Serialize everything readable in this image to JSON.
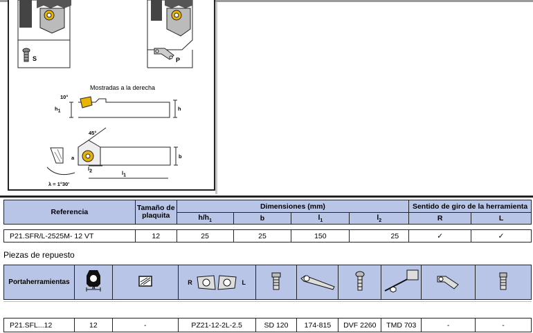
{
  "figure": {
    "label_s": "S",
    "label_p": "P",
    "caption": "Mostradas a la derecha",
    "dim_10": "10°",
    "dim_h1": "h",
    "dim_h1_sub": "1",
    "dim_h": "h",
    "dim_45": "45°",
    "dim_a": "a",
    "dim_b": "b",
    "dim_l2": "l",
    "dim_l2_sub": "2",
    "dim_l1": "l",
    "dim_l1_sub": "1",
    "lambda": "λ = 1°30'"
  },
  "table1": {
    "h_referencia": "Referencia",
    "h_tamano": "Tamaño de plaquita",
    "h_dimensiones": "Dimensiones (mm)",
    "h_sentido": "Sentido de giro de la herramienta",
    "h_hh1": "h/h",
    "h_hh1_sub": "1",
    "h_b": "b",
    "h_l1": "l",
    "h_l1_sub": "1",
    "h_l2": "l",
    "h_l2_sub": "2",
    "h_r": "R",
    "h_l": "L",
    "row": {
      "ref": "P21.SFR/L-2525M- 12 VT",
      "tamano": "12",
      "hh1": "25",
      "b": "25",
      "l1": "150",
      "l2": "25",
      "r": "✓",
      "l": "✓"
    }
  },
  "spares": {
    "title": "Piezas de repuesto",
    "h_portaherramientas": "Portaherramientas",
    "h_a": "a",
    "h_r": "R",
    "h_l": "L",
    "row": {
      "ref": "P21.SFL...12",
      "a": "12",
      "shim": "-",
      "clamp": "PZ21-12-2L-2.5",
      "screw": "SD 120",
      "key": "174-815",
      "screw2": "DVF 2260",
      "wrench": "TMD 703",
      "lever": "-",
      "pin": "-"
    }
  }
}
